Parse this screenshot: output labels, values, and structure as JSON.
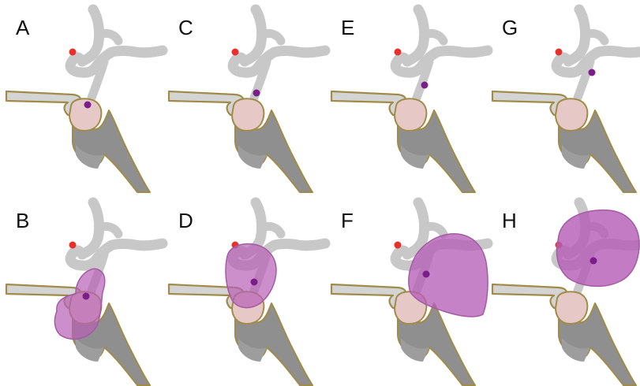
{
  "panels": [
    {
      "label": "A"
    },
    {
      "label": "C"
    },
    {
      "label": "E"
    },
    {
      "label": "G"
    },
    {
      "label": "B"
    },
    {
      "label": "D"
    },
    {
      "label": "F"
    },
    {
      "label": "H"
    }
  ],
  "colors": {
    "gray_structure": "#bdbdbd",
    "dark_gray_structure": "#9a9a9a",
    "outline": "#a08c48",
    "pink_gland": "#e6c9c6",
    "purple_mass": "#b65fb6",
    "purple_dot": "#7a1f8a",
    "red_dot": "#e8302b"
  }
}
